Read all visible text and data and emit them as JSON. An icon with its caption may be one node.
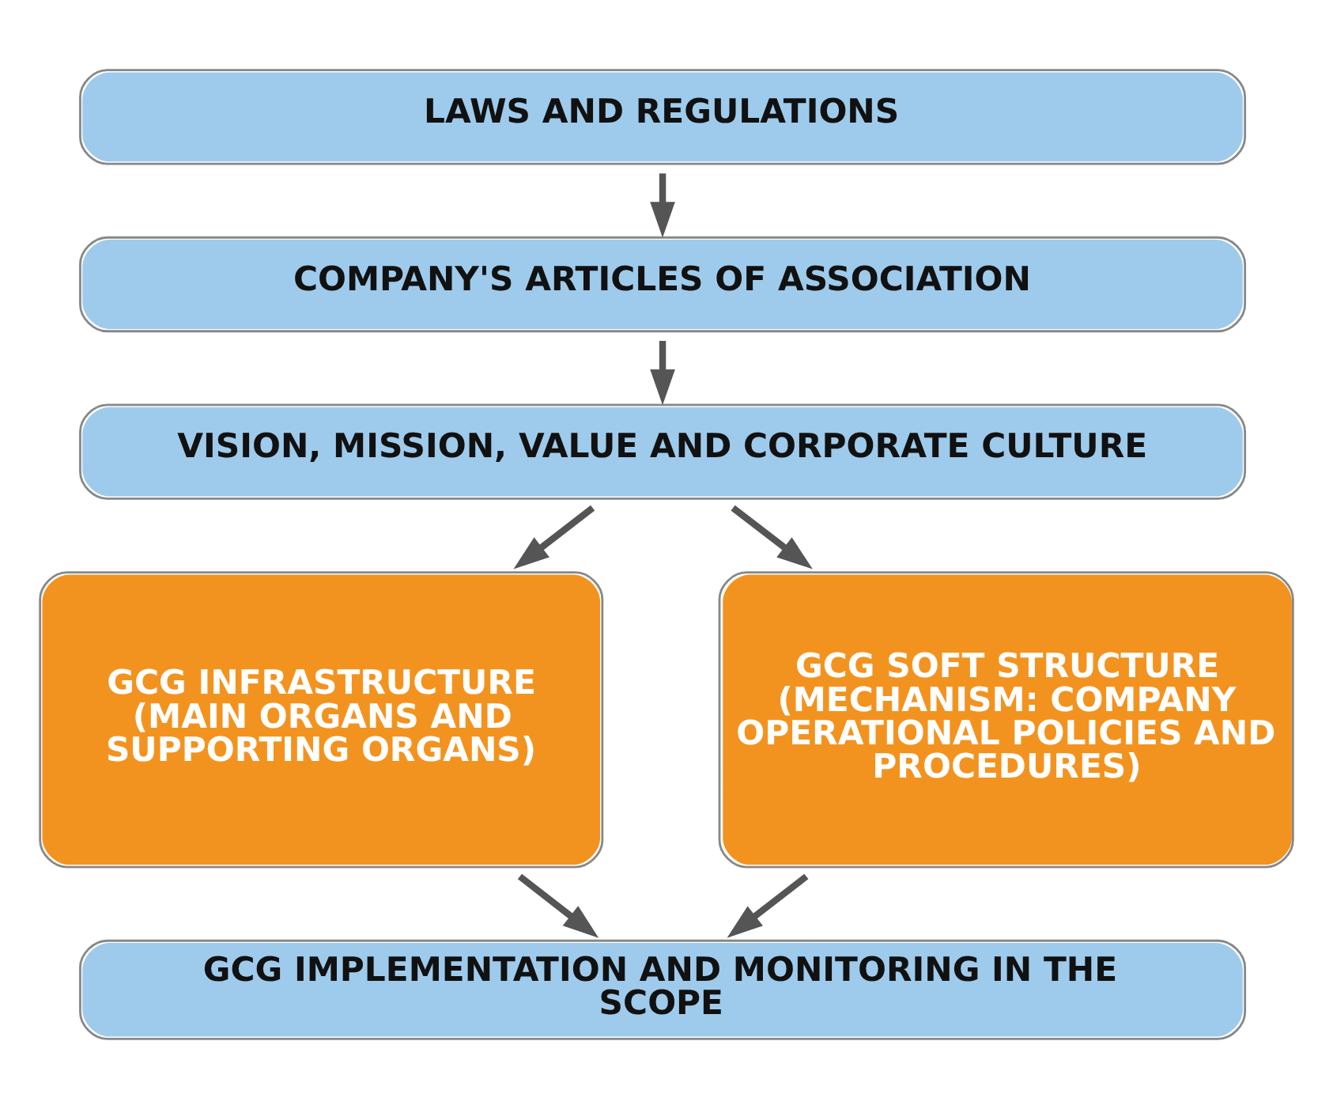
{
  "diagram": {
    "nodes": [
      {
        "text": [
          "LAWS AND REGULATIONS"
        ]
      },
      {
        "text": [
          "COMPANY'S ARTICLES OF ASSOCIATION"
        ]
      },
      {
        "text": [
          "VISION, MISSION, VALUE AND CORPORATE CULTURE"
        ]
      },
      {
        "text": [
          "GCG INFRASTRUCTURE (MAIN ORGANS AND SUPPORTING ORGANS)"
        ]
      },
      {
        "text": [
          "GCG SOFT STRUCTURE (MECHANISM: COMPANY OPERATIONAL POLICIES AND PROCEDURES)"
        ]
      },
      {
        "text": [
          "GCG IMPLEMENTATION AND MONITORING IN THE SCOPE"
        ]
      }
    ],
    "edges": [
      {
        "from": 0,
        "to": 1,
        "arrow": "to"
      },
      {
        "from": 1,
        "to": 2,
        "arrow": "to"
      },
      {
        "from": 2,
        "to": 3,
        "arrow": "to"
      },
      {
        "from": 2,
        "to": 4,
        "arrow": "to"
      },
      {
        "from": 3,
        "to": 5,
        "arrow": "to"
      },
      {
        "from": 4,
        "to": 5,
        "arrow": "to"
      }
    ]
  }
}
